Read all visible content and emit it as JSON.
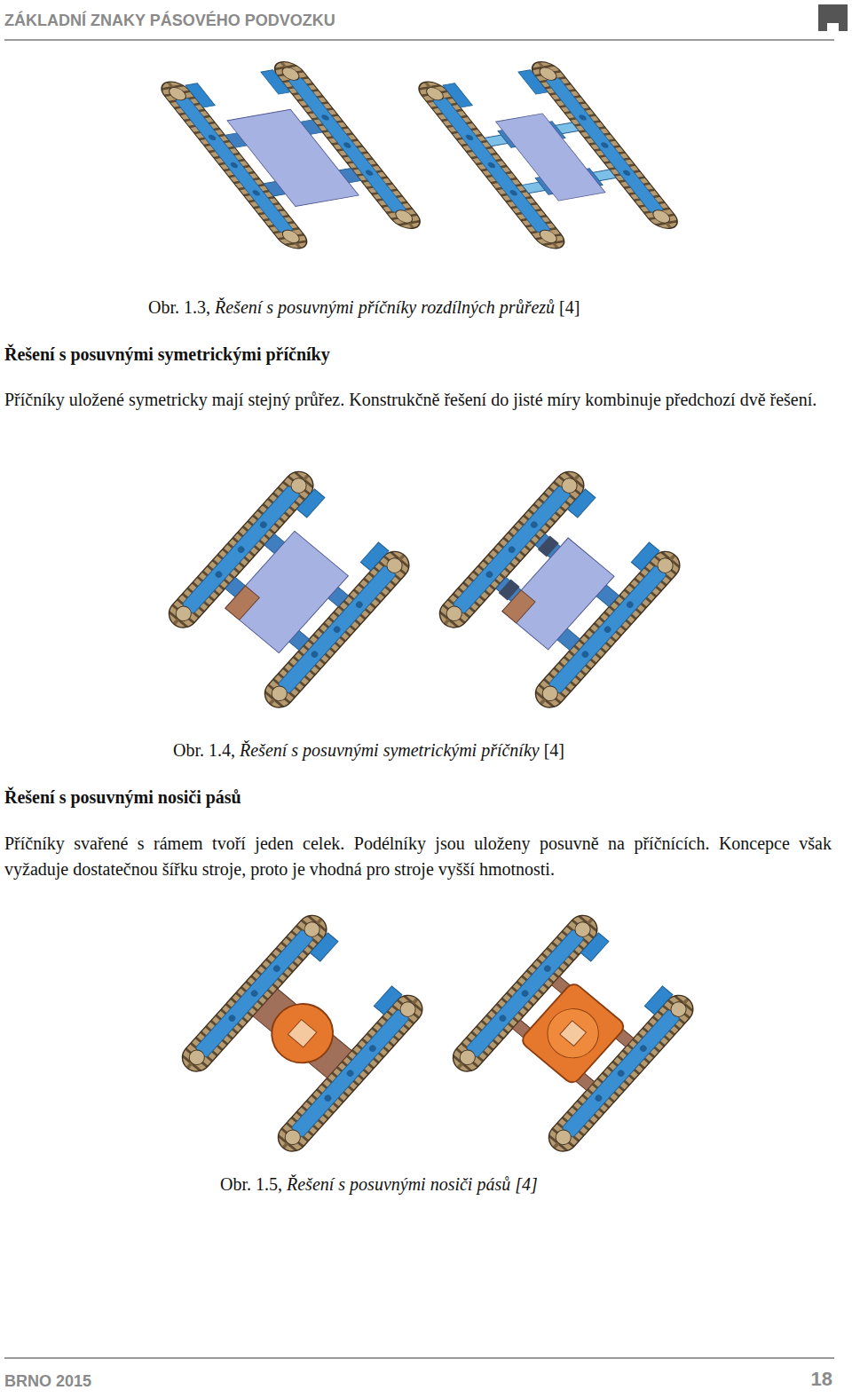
{
  "diagram": {
    "title": "ZÁKLADNÍ ZNAKY PÁSOVÉHO PODVOZKU",
    "labels": [
      "Obr. 1.3,",
      "Řešení s posuvnými příčníky rozdílných průřezů",
      "[4]",
      "Řešení s posuvnými symetrickými příčníky",
      "Příčníky uložené symetricky mají stejný průřez. Konstrukčně řešení do jisté míry kombinuje předchozí dvě řešení.",
      "Obr. 1.4,",
      "Řešení s posuvnými symetrickými příčníky",
      "[4]",
      "Řešení s posuvnými nosiči pásů",
      "Příčníky svařené s rámem tvoří jeden celek. Podélníky jsou uloženy posuvně na příčnících. Koncepce však vyžaduje dostatečnou šířku stroje, proto je vhodná pro stroje vyšší hmotnosti.",
      "Obr. 1.5,",
      "Řešení s posuvnými nosiči pásů [4]",
      "BRNO 2015",
      "18"
    ]
  }
}
